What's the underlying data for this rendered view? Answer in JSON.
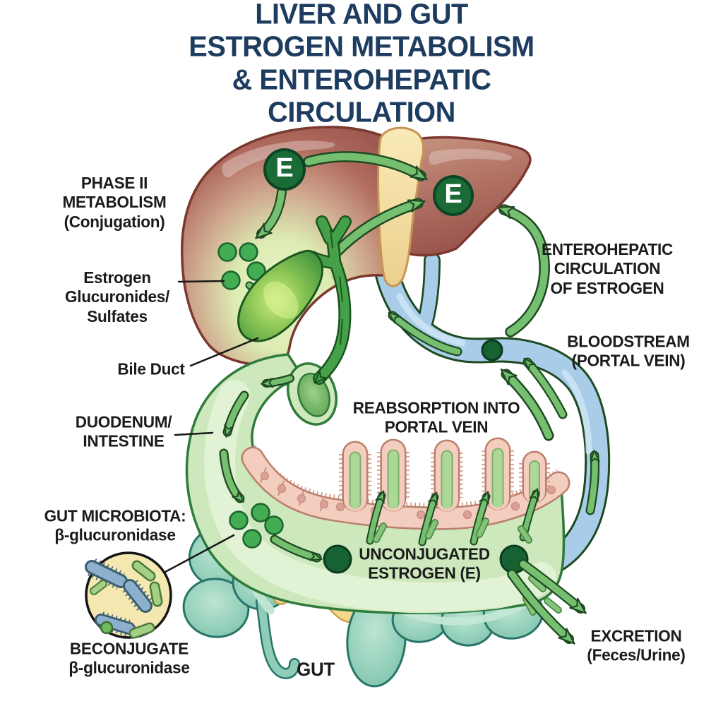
{
  "title": {
    "text": "LIVER AND GUT ESTROGEN METABOLISM\n& ENTEROHEPATIC CIRCULATION"
  },
  "labels": {
    "phase_ii": {
      "text": "PHASE II\nMETABOLISM\n(Conjugation)"
    },
    "estrogen_glucuronides": {
      "text": "Estrogen\nGlucuronides/\nSulfates"
    },
    "bile_duct": {
      "text": "Bile Duct"
    },
    "duodenum_intestine": {
      "text": "DUODENUM/\nINTESTINE"
    },
    "gut_microbiota": {
      "text": "GUT MICROBIOTA:\nβ-glucuronidase"
    },
    "beconjugate": {
      "text": "BECONJUGATE\nβ-glucuronidase"
    },
    "gut": {
      "text": "GUT"
    },
    "enterohepatic": {
      "text": "ENTEROHEPATIC\nCIRCULATION\nOF ESTROGEN"
    },
    "bloodstream": {
      "text": "BLOODSTREAM\n(PORTAL VEIN)"
    },
    "reabsorption": {
      "text": "REABSORPTION INTO\nPORTAL VEIN"
    },
    "unconjugated": {
      "text": "UNCONJUGATED\nESTROGEN (E)"
    },
    "excretion": {
      "text": "EXCRETION\n(Feces/Urine)"
    }
  },
  "markers": {
    "estrogen_letter": "E"
  },
  "colors": {
    "title_navy": "#1d3c5f",
    "label_text": "#1b1b1b",
    "arrow_green": "#76bf70",
    "estrogen_marker_green": "#1b6b37",
    "conjugate_dot_green": "#42ad52",
    "liver_red": "#9d5450",
    "liver_center_green": "#dff0c2",
    "falciform_ligament_yellow": "#f7e6ad",
    "bile_duct_green": "#44a149",
    "gallbladder_green": "#8cc655",
    "intestine_green": "#cde8bc",
    "intestine_border_green": "#2e7b3c",
    "villi_pink": "#f3cdbd",
    "portal_vein_blue": "#a9cde8",
    "portal_vein_border": "#2e6aa6",
    "colon_teal": "#8fcdb9",
    "microbiota_cream": "#f4e7b0",
    "background": "#ffffff"
  }
}
